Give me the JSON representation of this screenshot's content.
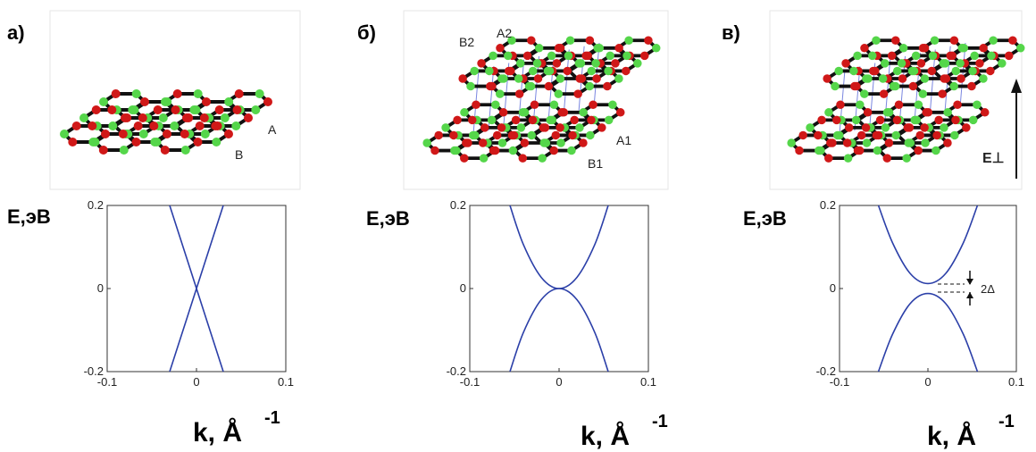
{
  "panels": [
    {
      "letter": "а)",
      "atom_labels": [
        "A",
        "B"
      ],
      "ylabel": "E,эВ",
      "xlabel": "k, Å",
      "xlabel_exp": "-1",
      "xticks": [
        "-0.1",
        "0",
        "0.1"
      ],
      "yticks": [
        "0.2",
        "0",
        "-0.2"
      ]
    },
    {
      "letter": "б)",
      "atom_labels": [
        "B2",
        "A2",
        "A1",
        "B1"
      ],
      "ylabel": "E,эВ",
      "xlabel": "k, Å",
      "xlabel_exp": "-1",
      "xticks": [
        "-0.1",
        "0",
        "0.1"
      ],
      "yticks": [
        "0.2",
        "0",
        "-0.2"
      ]
    },
    {
      "letter": "в)",
      "atom_labels": [],
      "field_label": "E⊥",
      "gap_label": "2Δ",
      "ylabel": "E,эВ",
      "xlabel": "k, Å",
      "xlabel_exp": "-1",
      "xticks": [
        "-0.1",
        "0",
        "0.1"
      ],
      "yticks": [
        "0.2",
        "0",
        "-0.2"
      ]
    }
  ],
  "chart_data": [
    {
      "type": "line",
      "title": "а)",
      "xlabel": "k, Å-1",
      "ylabel": "E,эВ",
      "xlim": [
        -0.1,
        0.1
      ],
      "ylim": [
        -0.2,
        0.2
      ],
      "series": [
        {
          "x": [
            -0.03,
            0,
            0.03
          ],
          "values": [
            0.2,
            0,
            -0.2
          ]
        },
        {
          "x": [
            -0.03,
            0,
            0.03
          ],
          "values": [
            -0.2,
            0,
            0.2
          ]
        }
      ]
    },
    {
      "type": "line",
      "title": "б)",
      "xlabel": "k, Å-1",
      "ylabel": "E,эВ",
      "xlim": [
        -0.1,
        0.1
      ],
      "ylim": [
        -0.2,
        0.2
      ],
      "series": [
        {
          "x": [
            -0.055,
            -0.04,
            -0.02,
            0,
            0.02,
            0.04,
            0.055
          ],
          "values": [
            0.2,
            0.106,
            0.027,
            0,
            0.027,
            0.106,
            0.2
          ]
        },
        {
          "x": [
            -0.055,
            -0.04,
            -0.02,
            0,
            0.02,
            0.04,
            0.055
          ],
          "values": [
            -0.2,
            -0.106,
            -0.027,
            0,
            -0.027,
            -0.106,
            -0.2
          ]
        }
      ]
    },
    {
      "type": "line",
      "title": "в)",
      "xlabel": "k, Å-1",
      "ylabel": "E,эВ",
      "xlim": [
        -0.1,
        0.1
      ],
      "ylim": [
        -0.2,
        0.2
      ],
      "series": [
        {
          "x": [
            -0.056,
            -0.04,
            -0.02,
            0,
            0.02,
            0.04,
            0.056
          ],
          "values": [
            0.2,
            0.11,
            0.036,
            0.012,
            0.036,
            0.11,
            0.2
          ]
        },
        {
          "x": [
            -0.056,
            -0.04,
            -0.02,
            0,
            0.02,
            0.04,
            0.056
          ],
          "values": [
            -0.2,
            -0.11,
            -0.036,
            -0.012,
            -0.036,
            -0.11,
            -0.2
          ]
        }
      ]
    }
  ],
  "colors": {
    "curve": "#2b3fa8",
    "atom_a": "#55d64a",
    "atom_b": "#d01818",
    "bond": "#111111",
    "interlayer": "#7a86e0"
  }
}
